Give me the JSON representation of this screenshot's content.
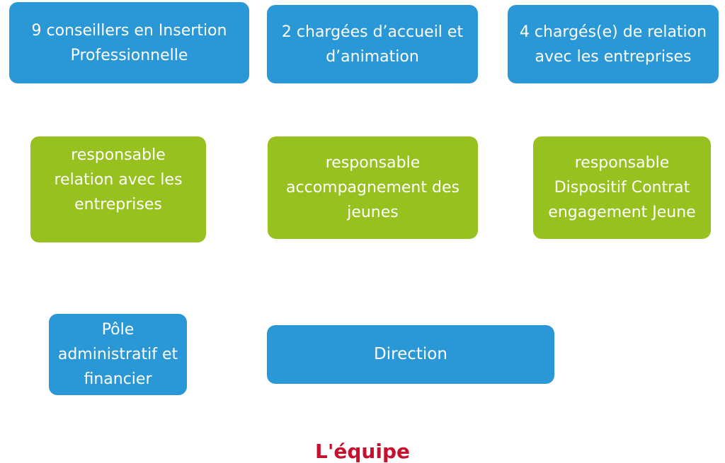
{
  "org_chart": {
    "staff": {
      "conseillers": "9 conseillers en Insertion\nProfessionnelle",
      "accueil": "2 chargées d’accueil et\nd’animation",
      "relation_entreprises": "4 chargés(e) de relation\navec les entreprises"
    },
    "responsables": {
      "entreprises": "responsable\nrelation avec les\nentreprises",
      "jeunes": "responsable\naccompagnement des\njeunes",
      "cej": "responsable\nDispositif Contrat\nengagement Jeune"
    },
    "pole_admin": "Pôle\nadministratif et\nfinancier",
    "direction": "Direction"
  },
  "colors": {
    "blue": "#2a98d6",
    "green": "#97c11f",
    "footer_text": "#c8102e"
  },
  "footer": {
    "partial_text": "L'équipe"
  }
}
